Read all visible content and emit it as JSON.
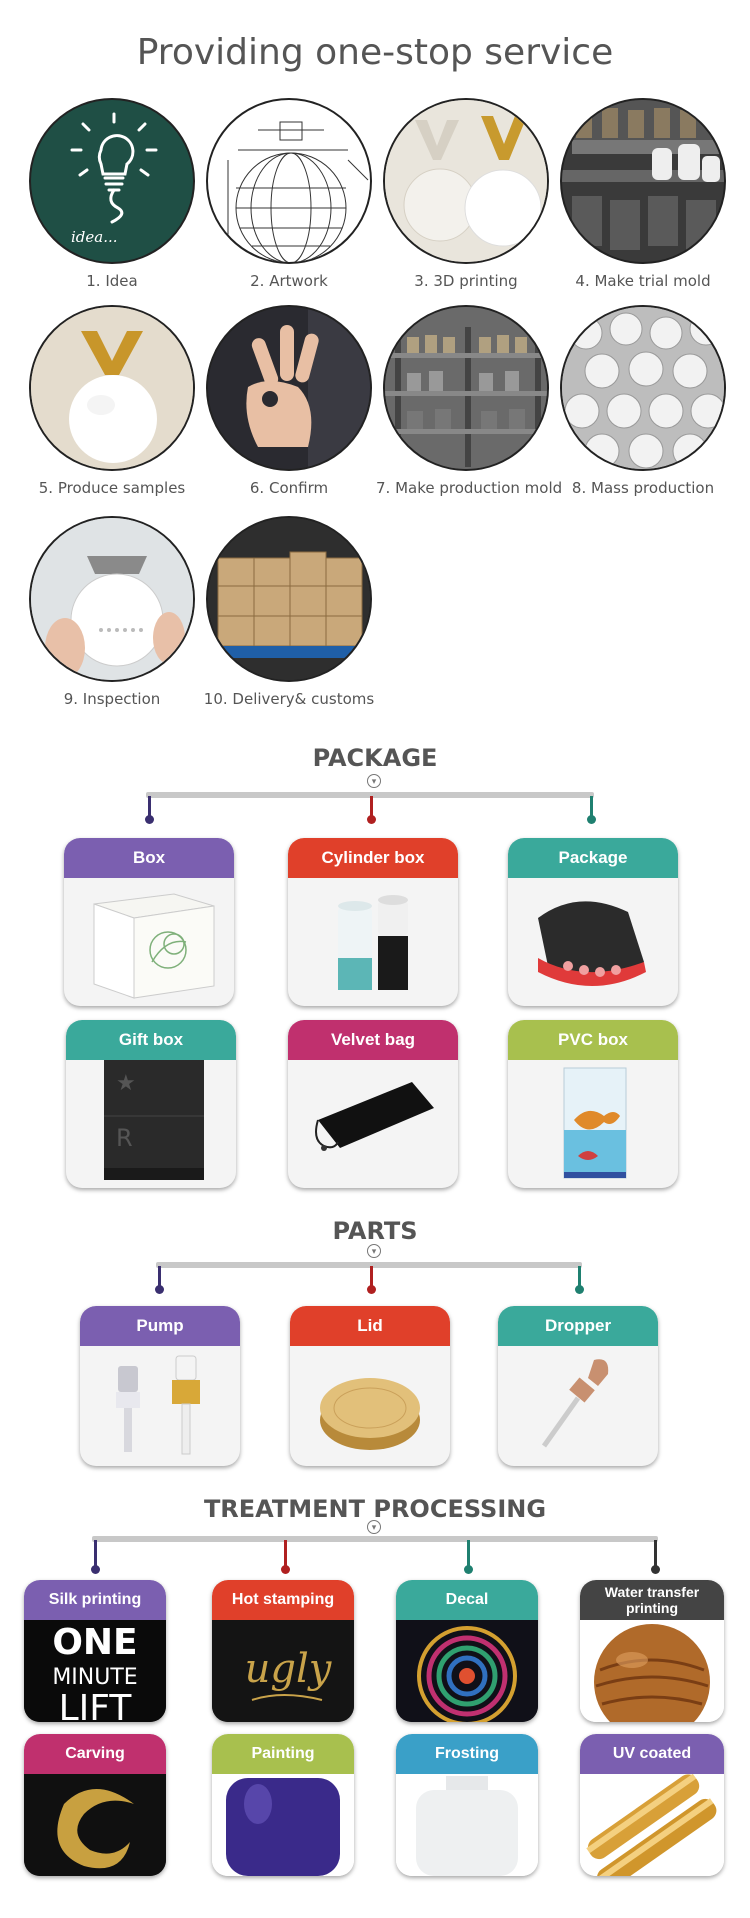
{
  "header": {
    "title": "Providing one-stop service"
  },
  "steps": [
    {
      "label": "1. Idea",
      "icon": "lightbulb-idea-icon",
      "caption": "idea..."
    },
    {
      "label": "2. Artwork",
      "icon": "technical-drawing-icon"
    },
    {
      "label": "3. 3D printing",
      "icon": "3d-print-bottle-icon"
    },
    {
      "label": "4. Make trial mold",
      "icon": "trial-mold-icon"
    },
    {
      "label": "5. Produce samples",
      "icon": "sample-bottle-icon"
    },
    {
      "label": "6. Confirm",
      "icon": "ok-hand-icon"
    },
    {
      "label": "7. Make production mold",
      "icon": "production-mold-icon"
    },
    {
      "label": "8. Mass production",
      "icon": "mass-production-icon"
    },
    {
      "label": "9. Inspection",
      "icon": "inspection-bottle-icon"
    },
    {
      "label": "10. Delivery& customs",
      "icon": "delivery-boxes-icon"
    }
  ],
  "package": {
    "title": "PACKAGE",
    "items": [
      {
        "label": "Box",
        "color": "#7b5fb0"
      },
      {
        "label": "Cylinder box",
        "color": "#e0402a"
      },
      {
        "label": "Package",
        "color": "#3aa99b"
      },
      {
        "label": "Gift box",
        "color": "#3aa99b"
      },
      {
        "label": "Velvet bag",
        "color": "#c0306e"
      },
      {
        "label": "PVC box",
        "color": "#a8c04e"
      }
    ]
  },
  "parts": {
    "title": "PARTS",
    "items": [
      {
        "label": "Pump",
        "color": "#7b5fb0"
      },
      {
        "label": "Lid",
        "color": "#e0402a"
      },
      {
        "label": "Dropper",
        "color": "#3aa99b"
      }
    ]
  },
  "treatment": {
    "title": "TREATMENT PROCESSING",
    "items": [
      {
        "label": "Silk printing",
        "color": "#7b5fb0",
        "art_text": [
          "ONE",
          "MINUTE",
          "LIFT"
        ]
      },
      {
        "label": "Hot stamping",
        "color": "#e0402a",
        "art_text": [
          "ugly"
        ]
      },
      {
        "label": "Decal",
        "color": "#3aa99b"
      },
      {
        "label": "Water transfer printing",
        "color": "#444444"
      },
      {
        "label": "Carving",
        "color": "#c0306e"
      },
      {
        "label": "Painting",
        "color": "#a8c04e"
      },
      {
        "label": "Frosting",
        "color": "#3aa0c8"
      },
      {
        "label": "UV coated",
        "color": "#7b5fb0"
      }
    ]
  },
  "colors": {
    "purple": "#5a4a8a",
    "red": "#c03030",
    "teal": "#2a8a7a",
    "dark": "#444444"
  }
}
